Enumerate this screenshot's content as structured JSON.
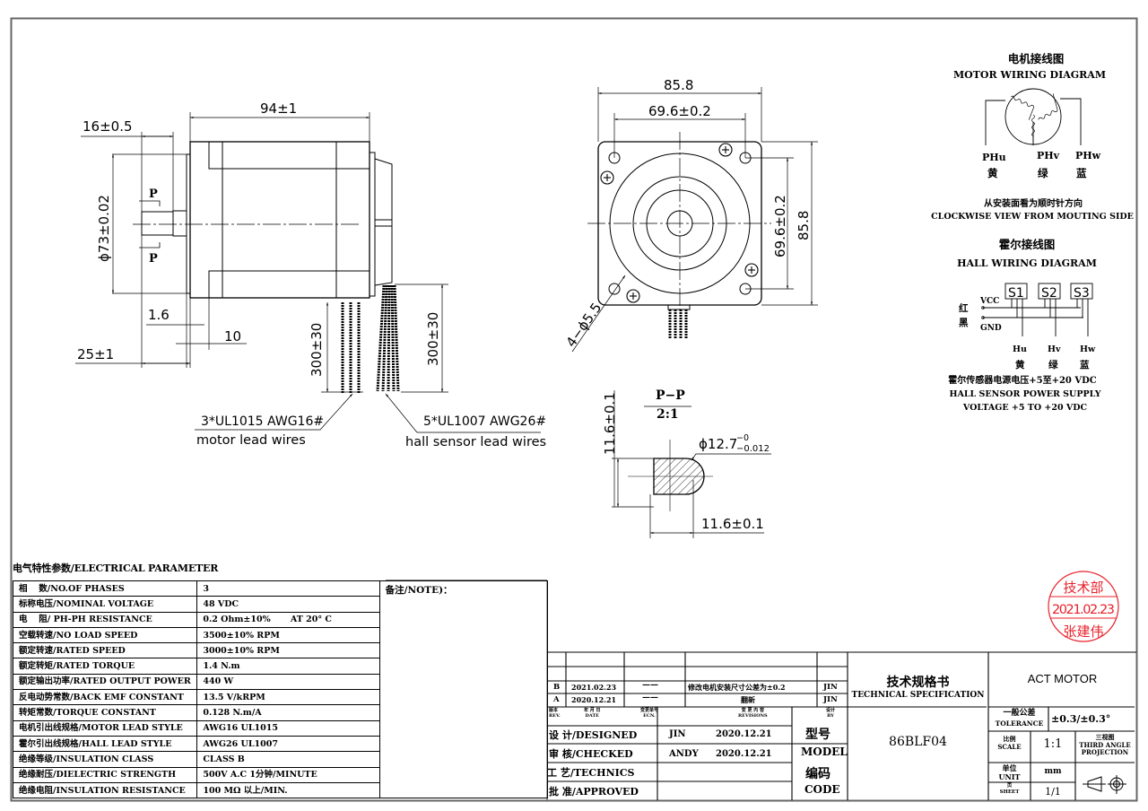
{
  "drawing": {
    "side_view": {
      "dims": {
        "length": "94±1",
        "shaft_length": "16±0.5",
        "pilot_diameter": "ϕ73±0.02",
        "pilot_height": "1.6",
        "flange_thickness": "10",
        "shaft_total": "25±1",
        "motor_lead_length": "300±30",
        "hall_lead_length": "300±30",
        "section_mark": "P"
      },
      "callouts": {
        "motor_leads_spec": "3*UL1015 AWG16#",
        "motor_leads_label": "motor lead wires",
        "hall_leads_spec": "5*UL1007 AWG26#",
        "hall_leads_label": "hall sensor lead wires"
      }
    },
    "front_view": {
      "dims": {
        "width": "85.8",
        "hole_spacing_h": "69.6±0.2",
        "hole_spacing_v": "69.6±0.2",
        "height": "85.8",
        "holes": "4−ϕ5.5"
      }
    },
    "section_view": {
      "title": "P−P",
      "scale": "2:1",
      "flat_height": "11.6±0.1",
      "flat_width": "11.6±0.1",
      "shaft_diameter": "ϕ12.7",
      "tol_upper": "−0",
      "tol_lower": "−0.012"
    }
  },
  "motor_wiring": {
    "title_cn": "电机接线图",
    "title_en": "MOTOR WIRING DIAGRAM",
    "phases": [
      {
        "label": "PHu",
        "color_cn": "黄"
      },
      {
        "label": "PHv",
        "color_cn": "绿"
      },
      {
        "label": "PHw",
        "color_cn": "蓝"
      }
    ],
    "note_cn": "从安装面看为顺时针方向",
    "note_en": "CLOCKWISE VIEW FROM MOUTING SIDE"
  },
  "hall_wiring": {
    "title_cn": "霍尔接线图",
    "title_en": "HALL WIRING DIAGRAM",
    "sensors": [
      "S1",
      "S2",
      "S3"
    ],
    "vcc": "VCC",
    "gnd": "GND",
    "vcc_color_cn": "红",
    "gnd_color_cn": "黑",
    "outputs": [
      {
        "label": "Hu",
        "color_cn": "黄"
      },
      {
        "label": "Hv",
        "color_cn": "绿"
      },
      {
        "label": "Hw",
        "color_cn": "蓝"
      }
    ],
    "supply_cn": "霍尔传感器电源电压+5至+20 VDC",
    "supply_en_1": "HALL SENSOR POWER SUPPLY",
    "supply_en_2": "VOLTAGE +5 TO +20 VDC"
  },
  "electrical_parameters": {
    "title": "电气特性参数/ELECTRICAL PARAMETER",
    "note_label": "备注/NOTE)：",
    "rows": [
      {
        "key": "相　 数/NO.OF PHASES",
        "value": "3"
      },
      {
        "key": "标称电压/NOMINAL VOLTAGE",
        "value": "48 VDC"
      },
      {
        "key": "电　 阻/ PH-PH RESISTANCE",
        "value": "0.2 Ohm±10%　　 AT 20° C"
      },
      {
        "key": "空载转速/NO LOAD SPEED",
        "value": "3500±10% RPM"
      },
      {
        "key": "额定转速/RATED SPEED",
        "value": "3000±10% RPM"
      },
      {
        "key": "额定转矩/RATED TORQUE",
        "value": "1.4 N.m"
      },
      {
        "key": "额定输出功率/RATED OUTPUT POWER",
        "value": "440 W"
      },
      {
        "key": "反电动势常数/BACK EMF CONSTANT",
        "value": "13.5 V/kRPM"
      },
      {
        "key": "转矩常数/TORQUE CONSTANT",
        "value": "0.128 N.m/A"
      },
      {
        "key": "电机引出线规格/MOTOR LEAD STYLE",
        "value": "AWG16 UL1015"
      },
      {
        "key": "霍尔引出线规格/HALL LEAD STYLE",
        "value": "AWG26 UL1007"
      },
      {
        "key": "绝缘等级/INSULATION CLASS",
        "value": "CLASS B"
      },
      {
        "key": "绝缘耐压/DIELECTRIC STRENGTH",
        "value": "500V A.C 1分钟/MINUTE"
      },
      {
        "key": "绝缘电阻/INSULATION RESISTANCE",
        "value": "100 MΩ 以上/MIN."
      }
    ]
  },
  "revisions": {
    "rows": [
      {
        "rev": "B",
        "date": "2021.02.23",
        "ecn": "——",
        "content": "修改电机安装尺寸公差为±0.2",
        "by": "JIN"
      },
      {
        "rev": "A",
        "date": "2020.12.21",
        "ecn": "——",
        "content": "翻新",
        "by": "JIN"
      }
    ],
    "header": {
      "rev_cn": "版本",
      "rev_en": "REV.",
      "date_cn": "年 月 日",
      "date_en": "DATE",
      "ecn_cn": "变更单号",
      "ecn_en": "ECN.",
      "content_cn": "变 更 内 容",
      "content_en": "REVISIONS",
      "by_cn": "设计",
      "by_en": "BY"
    }
  },
  "title_block": {
    "designed_label": "设 计/DESIGNED",
    "designed_by": "JIN",
    "designed_date": "2020.12.21",
    "checked_label": "审 核/CHECKED",
    "checked_by": "ANDY",
    "checked_date": "2020.12.21",
    "technics_label": "工 艺/TECHNICS",
    "approved_label": "批 准/APPROVED",
    "model_cn": "型号",
    "model_en": "MODEL",
    "code_cn": "编码",
    "code_en": "CODE",
    "doc_title_cn": "技术规格书",
    "doc_title_en": "TECHNICAL SPECIFICATION",
    "model_value": "86BLF04",
    "company": "ACT MOTOR",
    "tolerance_cn": "一般公差",
    "tolerance_en": "TOLERANCE",
    "tolerance_value": "±0.3/±0.3°",
    "scale_cn": "比例",
    "scale_en": "SCALE",
    "scale_value": "1:1",
    "projection_cn": "三视图",
    "projection_en_1": "THIRD ANGLE",
    "projection_en_2": "PROJECTION",
    "unit_cn": "单位",
    "unit_en": "UNIT",
    "unit_value": "mm",
    "sheet_cn": "页",
    "sheet_en": "SHEET",
    "sheet_value": "1/1"
  },
  "stamp": {
    "dept": "技术部",
    "date": "2021.02.23",
    "name": "张建伟",
    "color": "#e8202a"
  }
}
